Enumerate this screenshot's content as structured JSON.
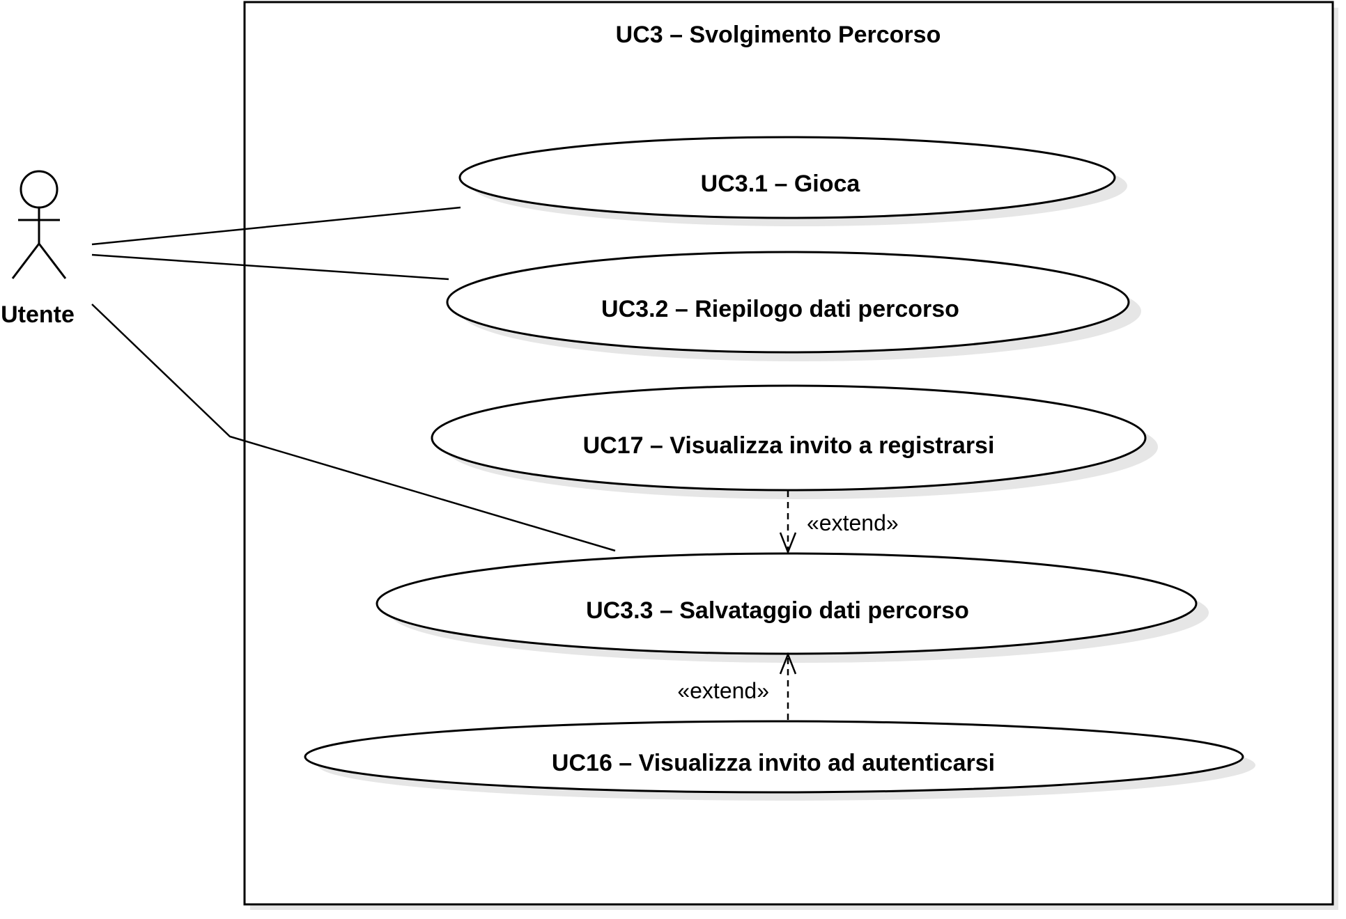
{
  "diagram": {
    "type": "uml-use-case",
    "system_title": "UC3 – Svolgimento Percorso",
    "actor": {
      "name": "Utente"
    },
    "use_cases": [
      {
        "id": "uc3_1",
        "label": "UC3.1 – Gioca"
      },
      {
        "id": "uc3_2",
        "label": "UC3.2 – Riepilogo dati percorso"
      },
      {
        "id": "uc17",
        "label": "UC17 – Visualizza invito a registrarsi"
      },
      {
        "id": "uc3_3",
        "label": "UC3.3 – Salvataggio dati percorso"
      },
      {
        "id": "uc16",
        "label": "UC16 – Visualizza invito ad autenticarsi"
      }
    ],
    "relations": [
      {
        "type": "association",
        "from": "Utente",
        "to": "uc3_1"
      },
      {
        "type": "association",
        "from": "Utente",
        "to": "uc3_2"
      },
      {
        "type": "association",
        "from": "Utente",
        "to": "uc3_3"
      },
      {
        "type": "extend",
        "from": "uc17",
        "to": "uc3_3",
        "label": "«extend»"
      },
      {
        "type": "extend",
        "from": "uc16",
        "to": "uc3_3",
        "label": "«extend»"
      }
    ],
    "colors": {
      "line": "#000000",
      "fill": "#ffffff",
      "shadow": "#e6e6e6"
    }
  }
}
